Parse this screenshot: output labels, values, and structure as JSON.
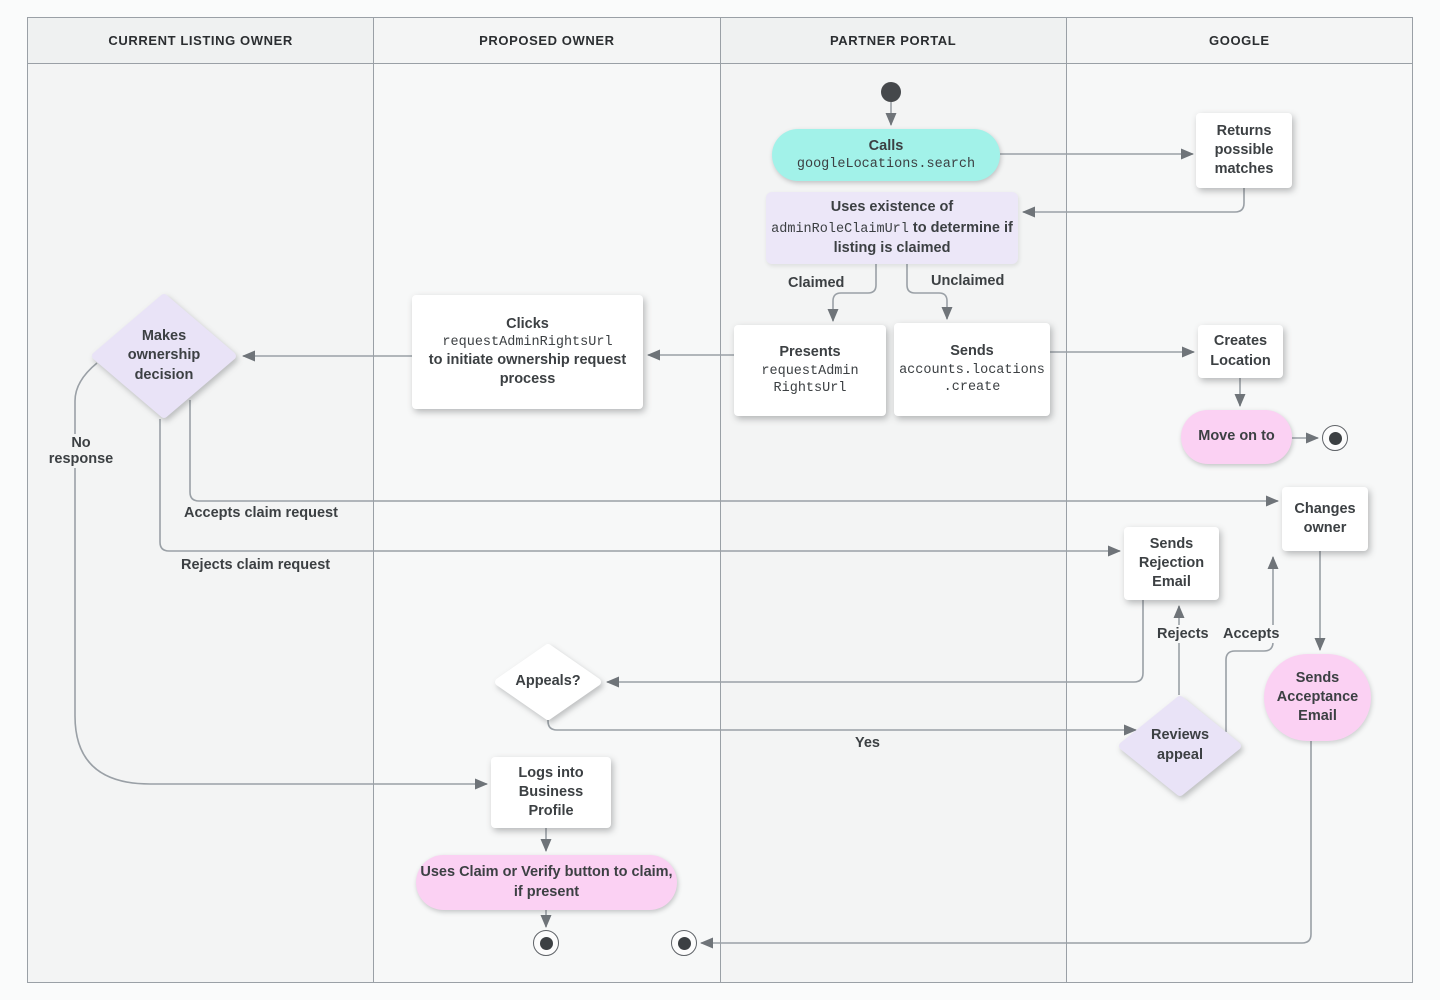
{
  "lanes": [
    {
      "label": "CURRENT LISTING OWNER"
    },
    {
      "label": "PROPOSED OWNER"
    },
    {
      "label": "PARTNER PORTAL"
    },
    {
      "label": "GOOGLE"
    }
  ],
  "nodes": {
    "calls": {
      "title": "Calls",
      "code": "googleLocations.search"
    },
    "returns_matches": {
      "text": "Returns possible matches"
    },
    "uses_existence": {
      "pre": "Uses existence of",
      "code": "adminRoleClaimUrl",
      "post": "to determine if listing is claimed"
    },
    "presents": {
      "title": "Presents",
      "code_lines": [
        "requestAdmin",
        "RightsUrl"
      ]
    },
    "sends_create": {
      "title": "Sends",
      "code_lines": [
        "accounts.locations",
        ".create"
      ]
    },
    "creates_location": {
      "text": "Creates Location"
    },
    "move_on": {
      "text": "Move on to"
    },
    "clicks": {
      "title": "Clicks",
      "code": "requestAdminRightsUrl",
      "post": "to initiate ownership request process"
    },
    "makes_decision": {
      "text": "Makes ownership decision"
    },
    "sends_rejection": {
      "text": "Sends Rejection Email"
    },
    "changes_owner": {
      "text": "Changes owner"
    },
    "sends_acceptance": {
      "text": "Sends Acceptance Email"
    },
    "appeals": {
      "text": "Appeals?"
    },
    "reviews_appeal": {
      "text": "Reviews appeal"
    },
    "logs_into": {
      "text": "Logs into Business Profile"
    },
    "uses_claim": {
      "text": "Uses Claim or Verify button to claim, if present"
    }
  },
  "edge_labels": {
    "claimed": "Claimed",
    "unclaimed": "Unclaimed",
    "no_response": "No response",
    "accepts_claim": "Accepts claim request",
    "rejects_claim": "Rejects claim request",
    "rejects": "Rejects",
    "accepts": "Accepts",
    "yes": "Yes"
  },
  "colors": {
    "cyan": "#a2f2e9",
    "pink": "#fbd1f3",
    "lavender": "#e9e3f7",
    "purple_box": "#ece7f8",
    "line": "#9aa0a6",
    "arrow": "#6f7479",
    "text": "#3c4043",
    "border": "#9aa0a6"
  }
}
